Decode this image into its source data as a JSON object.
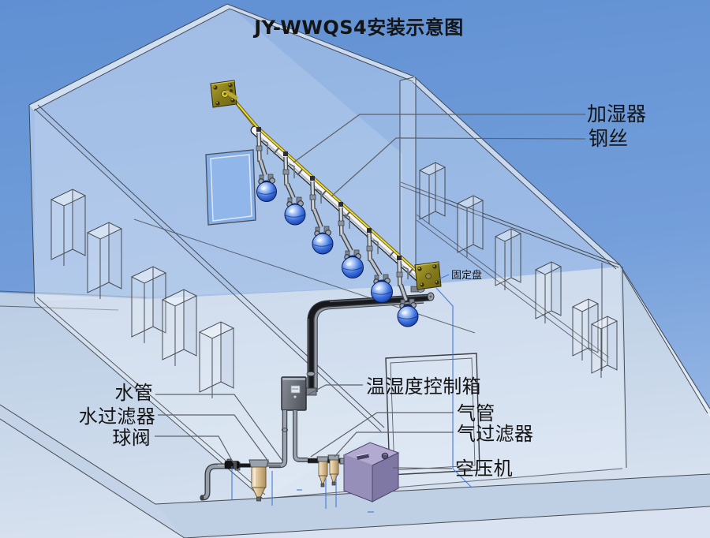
{
  "title": "JY-WWQS4安装示意图",
  "labels": {
    "humidifier": {
      "text": "加湿器"
    },
    "steel_wire": {
      "text": "钢丝"
    },
    "fixing_plate": {
      "text": "固定盘"
    },
    "control_box": {
      "text": "温湿度控制箱"
    },
    "air_pipe": {
      "text": "气管"
    },
    "air_filter": {
      "text": "气过滤器"
    },
    "compressor": {
      "text": "空压机"
    },
    "water_pipe": {
      "text": "水管"
    },
    "water_filter": {
      "text": "水过滤器"
    },
    "ball_valve": {
      "text": "球阀"
    }
  },
  "diagram": {
    "humidifier_nozzle_count": 6,
    "wall_fixing_plate_count": 2,
    "air_filter_count": 2
  },
  "colors": {
    "sky_top": "#6a95d1",
    "sky_bottom": "#9cbbe6",
    "floor": "#c9d8ea",
    "wireframe_line": "#3d4046",
    "nozzle_blue": "#2e62cc",
    "plate_gold": "#8a7d1f",
    "wire_yellow": "#e6d83c",
    "rail_white": "#f2f4f7",
    "pipe_black": "#17191d",
    "filter_tan": "#d9bf92",
    "compressor_purple": "#9a92c2",
    "control_box_grey": "#60646d",
    "leader_blue": "#4377d9",
    "label_text": "#141414"
  }
}
